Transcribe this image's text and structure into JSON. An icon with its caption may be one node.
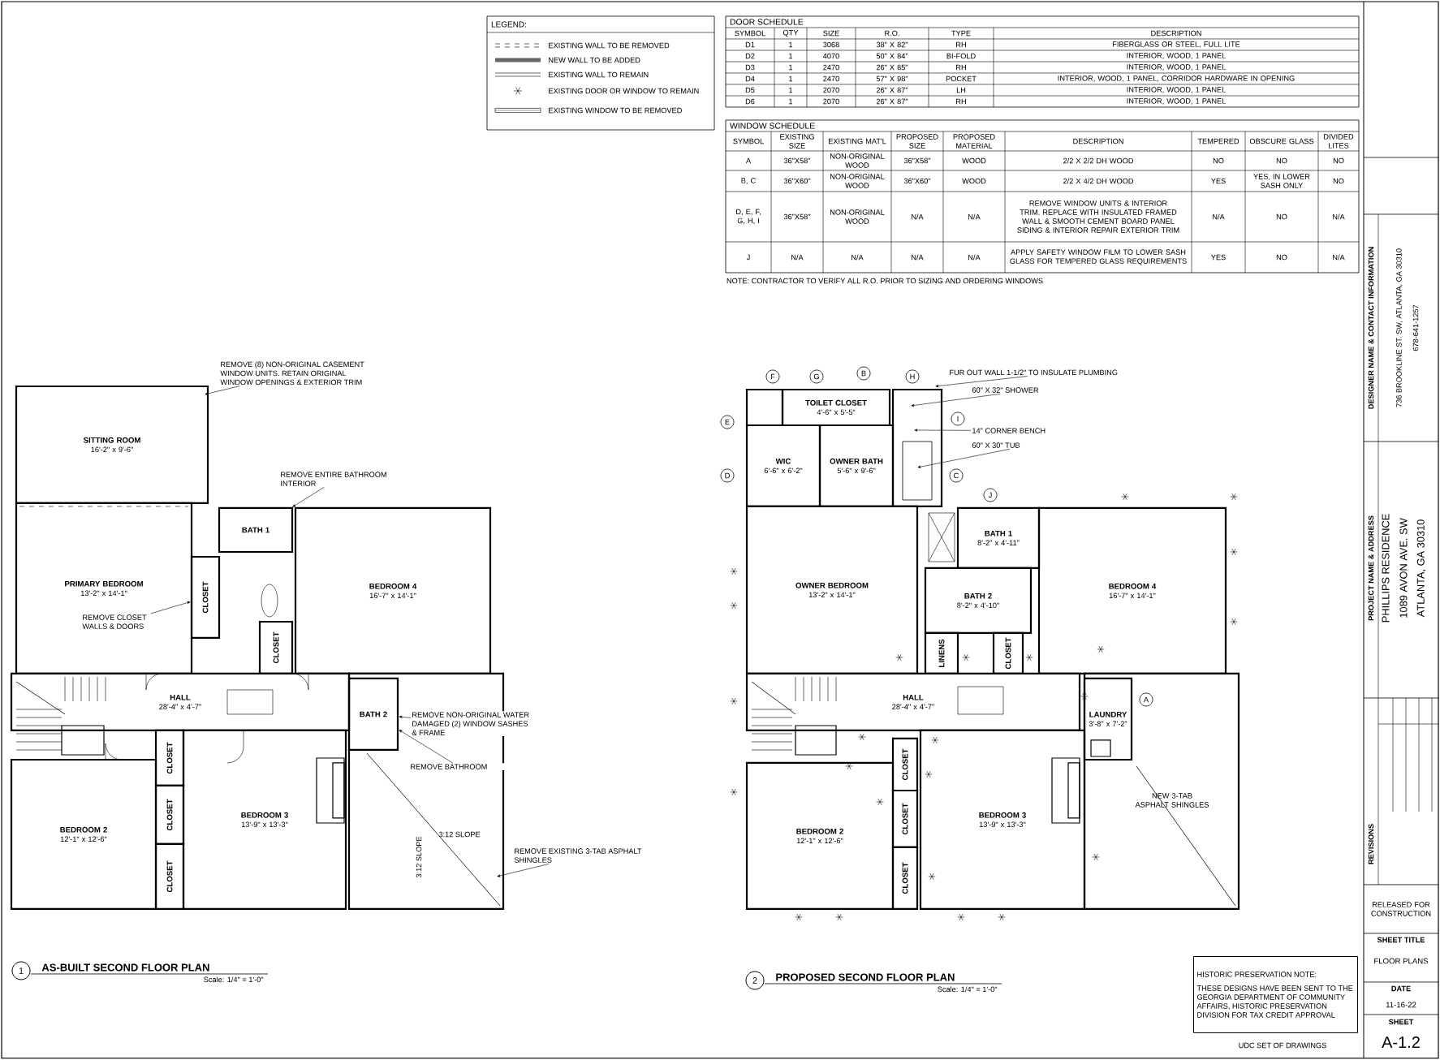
{
  "diagram": {
    "nodes": [
      {
        "text": [
          "SITTING ROOM",
          "16'-2\" x 9'-6\""
        ]
      },
      {
        "text": [
          "PRIMARY BEDROOM",
          "13'-2\" x 14'-1\""
        ]
      },
      {
        "text": [
          "CLOSET"
        ]
      },
      {
        "text": [
          "BATH 1"
        ]
      },
      {
        "text": [
          "BEDROOM 4",
          "16'-7\" x 14'-1\""
        ]
      },
      {
        "text": [
          "CLOSET"
        ]
      },
      {
        "text": [
          "HALL",
          "28'-4\" x 4'-7\""
        ]
      },
      {
        "text": [
          "BATH 2"
        ]
      },
      {
        "text": [
          "BEDROOM 2",
          "12'-1\" x 12'-6\""
        ]
      },
      {
        "text": [
          "CLOSET"
        ]
      },
      {
        "text": [
          "CLOSET"
        ]
      },
      {
        "text": [
          "CLOSET"
        ]
      },
      {
        "text": [
          "BEDROOM 3",
          "13'-9\" x 13'-3\""
        ]
      },
      {
        "text": [
          "REMOVE (8) NON-ORIGINAL CASEMENT WINDOW UNITS. RETAIN ORIGINAL WINDOW OPENINGS & EXTERIOR TRIM"
        ]
      },
      {
        "text": [
          "REMOVE ENTIRE BATHROOM INTERIOR"
        ]
      },
      {
        "text": [
          "REMOVE CLOSET WALLS & DOORS"
        ],
        "in": 1
      },
      {
        "text": [
          "REMOVE NON-ORIGINAL WATER DAMAGED (2) WINDOW SASHES & FRAME"
        ]
      },
      {
        "text": [
          "REMOVE BATHROOM"
        ]
      },
      {
        "text": [
          "REMOVE EXISTING 3-TAB ASPHALT SHINGLES"
        ]
      },
      {
        "text": [
          "1"
        ],
        "beside": [
          "AS-BUILT SECOND FLOOR PLAN",
          "Scale: 1/4\" = 1'-0\""
        ]
      },
      {
        "text": [
          "TOILET CLOSET",
          "4'-6\" x 5'-5\""
        ]
      },
      {
        "text": [
          "WIC",
          "6'-6\" x 6'-2\""
        ]
      },
      {
        "text": [
          "OWNER BATH",
          "5'-6\" x 9'-6\""
        ]
      },
      {
        "text": [
          "OWNER BEDROOM",
          "13'-2\" x 14'-1\""
        ]
      },
      {
        "text": [
          "BATH 1",
          "8'-2\" x 4'-11\""
        ]
      },
      {
        "text": [
          "BATH 2",
          "8'-2\" x 4'-10\""
        ]
      },
      {
        "text": [
          "LINENS"
        ]
      },
      {
        "text": [
          "CLOSET"
        ]
      },
      {
        "text": [
          "BEDROOM 4",
          "16'-7\" x 14'-1\""
        ]
      },
      {
        "text": [
          "HALL",
          "28'-4\" x 4'-7\""
        ]
      },
      {
        "text": [
          "LAUNDRY",
          "3'-8\" x 7'-2\""
        ]
      },
      {
        "text": [
          "BEDROOM 2",
          "12'-1\" x 12'-6\""
        ]
      },
      {
        "text": [
          "CLOSET"
        ]
      },
      {
        "text": [
          "CLOSET"
        ]
      },
      {
        "text": [
          "CLOSET"
        ]
      },
      {
        "text": [
          "BEDROOM 3",
          "13'-9\" x 13'-3\""
        ]
      },
      {
        "text": [
          "FUR OUT WALL 1-1/2\" TO INSULATE PLUMBING"
        ]
      },
      {
        "text": [
          "60\" X 32\" SHOWER"
        ]
      },
      {
        "text": [
          "14\" CORNER BENCH"
        ]
      },
      {
        "text": [
          "60\" X 30\" TUB"
        ]
      },
      {
        "text": [
          "F"
        ]
      },
      {
        "text": [
          "G"
        ]
      },
      {
        "text": [
          "B"
        ]
      },
      {
        "text": [
          "H"
        ]
      },
      {
        "text": [
          "E"
        ]
      },
      {
        "text": [
          "D"
        ]
      },
      {
        "text": [
          "I"
        ]
      },
      {
        "text": [
          "C"
        ]
      },
      {
        "text": [
          "J"
        ]
      },
      {
        "text": [
          "A"
        ]
      },
      {
        "text": [
          "2"
        ],
        "beside": [
          "PROPOSED SECOND FLOOR PLAN",
          "Scale: 1/4\" = 1'-0\""
        ]
      },
      {
        "text": [
          "HISTORIC PRESERVATION NOTE:",
          "THESE DESIGNS HAVE BEEN SENT TO THE GEORGIA DEPARTMENT OF COMMUNITY AFFAIRS, HISTORIC PRESERVATION DIVISION FOR TAX CREDIT APPROVAL"
        ]
      }
    ],
    "edges": [
      {
        "from": 13,
        "to": null,
        "arrow": "to"
      },
      {
        "from": 14,
        "to": 3,
        "arrow": "to"
      },
      {
        "from": 15,
        "to": 2,
        "arrow": "to"
      },
      {
        "from": 16,
        "to": 7,
        "arrow": "to"
      },
      {
        "from": 17,
        "to": 7,
        "arrow": "to"
      },
      {
        "from": 18,
        "to": null,
        "arrow": "to"
      },
      {
        "from": 36,
        "to": null,
        "arrow": "to"
      },
      {
        "from": 37,
        "to": null,
        "arrow": "to"
      },
      {
        "from": 38,
        "to": null,
        "arrow": "to"
      },
      {
        "from": 39,
        "to": null,
        "arrow": "to"
      }
    ],
    "labels": [
      "LEGEND:",
      "DOOR SCHEDULE",
      "SYMBOL",
      "QTY",
      "SIZE",
      "R.O.",
      "TYPE",
      "DESCRIPTION",
      "D1",
      "1",
      "3068",
      "38\" X 82\"",
      "RH",
      "FIBERGLASS OR STEEL, FULL LITE",
      "D2",
      "1",
      "4070",
      "50\" X 84\"",
      "BI-FOLD",
      "INTERIOR, WOOD, 1 PANEL",
      "D3",
      "1",
      "2470",
      "26\" X 85\"",
      "RH",
      "INTERIOR, WOOD, 1 PANEL",
      "D4",
      "1",
      "2470",
      "57\" X 98\"",
      "POCKET",
      "INTERIOR, WOOD, 1 PANEL, CORRIDOR HARDWARE IN OPENING",
      "D5",
      "1",
      "2070",
      "26\" X 87\"",
      "LH",
      "INTERIOR, WOOD, 1 PANEL",
      "D6",
      "1",
      "2070",
      "26\" X 87\"",
      "RH",
      "INTERIOR, WOOD, 1 PANEL",
      "WINDOW SCHEDULE",
      "SYMBOL",
      "EXISTING SIZE",
      "EXISTING MAT'L",
      "PROPOSED SIZE",
      "PROPOSED MATERIAL",
      "DESCRIPTION",
      "TEMPERED",
      "OBSCURE GLASS",
      "DIVIDED LITES",
      "A",
      "36\"X58\"",
      "NON-ORIGINAL WOOD",
      "36\"X58\"",
      "WOOD",
      "2/2 X 2/2 DH WOOD",
      "NO",
      "NO",
      "NO",
      "B, C",
      "36\"X60\"",
      "NON-ORIGINAL WOOD",
      "36\"X60\"",
      "WOOD",
      "2/2 X 4/2 DH WOOD",
      "YES",
      "YES, IN LOWER SASH ONLY",
      "NO",
      "D, E, F, G, H, I",
      "36\"X58\"",
      "NON-ORIGINAL WOOD",
      "N/A",
      "N/A",
      "REMOVE WINDOW UNITS & INTERIOR TRIM. REPLACE WITH INSULATED FRAMED WALL & SMOOTH CEMENT BOARD PANEL SIDING & INTERIOR REPAIR EXTERIOR TRIM",
      "N/A",
      "NO",
      "N/A",
      "J",
      "N/A",
      "N/A",
      "N/A",
      "N/A",
      "APPLY SAFETY WINDOW FILM TO LOWER SASH GLASS FOR TEMPERED GLASS REQUIREMENTS",
      "YES",
      "NO",
      "N/A",
      "NOTE: CONTRACTOR TO VERIFY ALL R.O. PRIOR TO SIZING AND ORDERING WINDOWS",
      "3:12 SLOPE",
      "3:12 SLOPE",
      "NEW 3-TAB ASPHALT SHINGLES",
      "DESIGNER NAME & CONTACT INFORMATION",
      "736 BROOKLINE ST. SW, ATLANTA, GA 30310",
      "678-641-1257",
      "PROJECT NAME & ADDRESS",
      "PHILLIPS RESIDENCE",
      "1089 AVON AVE. SW",
      "ATLANTA, GA 30310",
      "REVISIONS",
      "RELEASED FOR CONSTRUCTION",
      "SHEET TITLE",
      "FLOOR PLANS",
      "DATE",
      "11-16-22",
      "SHEET",
      "A-1.2",
      "UDC SET OF DRAWINGS"
    ],
    "legend": [
      {
        "text": "EXISTING WALL TO BE REMOVED"
      },
      {
        "text": "NEW WALL TO BE ADDED"
      },
      {
        "text": "EXISTING WALL TO REMAIN"
      },
      {
        "text": "EXISTING DOOR OR WINDOW TO REMAIN"
      },
      {
        "text": "EXISTING WINDOW TO BE REMOVED"
      }
    ]
  }
}
